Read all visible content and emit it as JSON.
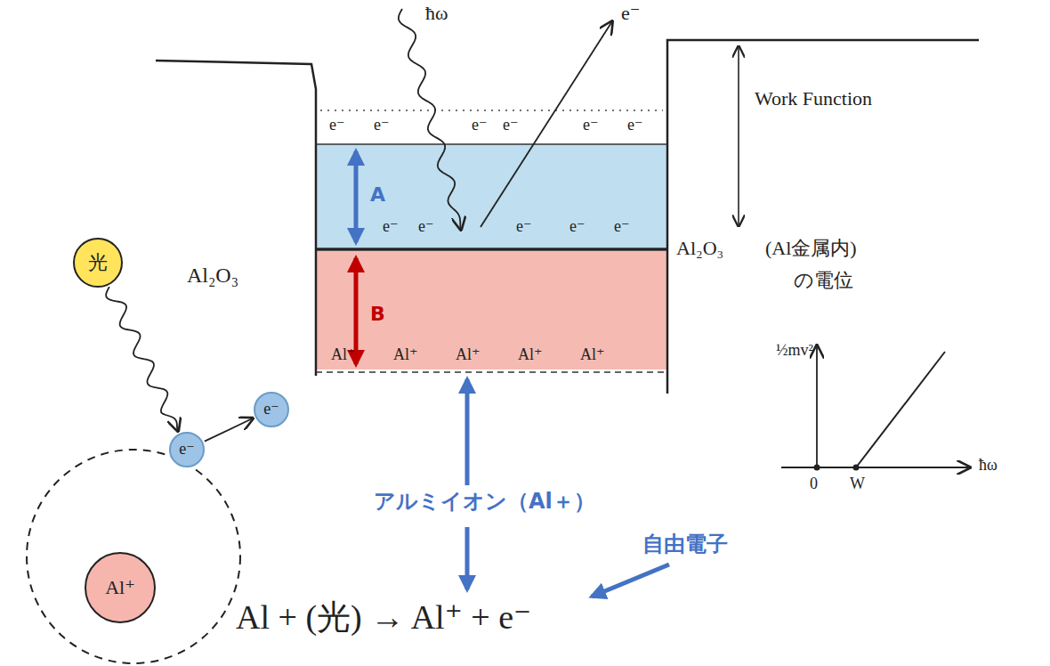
{
  "diagram": {
    "nodes": [
      {
        "text": [
          "光"
        ]
      },
      {
        "text": [
          "Al⁺"
        ]
      },
      {
        "text": [
          "e⁻"
        ]
      },
      {
        "text": [
          "e⁻"
        ]
      }
    ],
    "edges": [
      {
        "from": 0,
        "to": 2,
        "arrow": "to"
      },
      {
        "from": 2,
        "to": 3,
        "arrow": "to"
      }
    ],
    "labels": [
      "ħω",
      "e⁻",
      "Work Function",
      "e⁻",
      "e⁻",
      "e⁻",
      "e⁻",
      "e⁻",
      "e⁻",
      "e⁻",
      "e⁻",
      "e⁻",
      "e⁻",
      "e⁻",
      "A",
      "B",
      "Al⁺",
      "Al⁺",
      "Al⁺",
      "Al⁺",
      "Al⁺",
      "Al₂O₃",
      "Al₂O₃",
      "(Al金属内)",
      "の電位",
      "½mv²",
      "ħω",
      "0",
      "W",
      "アルミイオン（Al＋）",
      "自由電子",
      "Al + (光) → Al⁺ + e⁻"
    ]
  }
}
